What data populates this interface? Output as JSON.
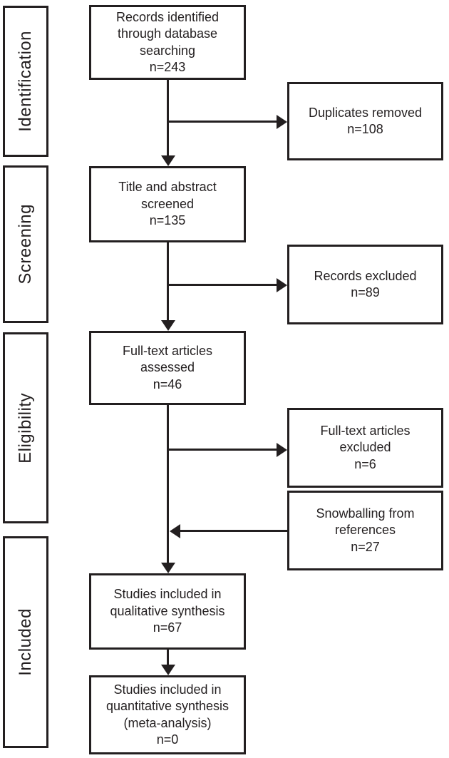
{
  "diagram": {
    "type": "flowchart",
    "name": "PRISMA study selection flow diagram",
    "stages": [
      {
        "label": "Identification"
      },
      {
        "label": "Screening"
      },
      {
        "label": "Eligibility"
      },
      {
        "label": "Included"
      }
    ],
    "main_boxes": [
      {
        "label": "Records identified\nthrough database\nsearching",
        "count": "n=243"
      },
      {
        "label": "Title and abstract\nscreened",
        "count": "n=135"
      },
      {
        "label": "Full-text articles\nassessed",
        "count": "n=46"
      },
      {
        "label": "Studies included in\nqualitative synthesis",
        "count": "n=67"
      },
      {
        "label": "Studies included in\nquantitative synthesis\n(meta-analysis)",
        "count": "n=0"
      }
    ],
    "side_boxes": [
      {
        "label": "Duplicates removed",
        "count": "n=108",
        "direction": "out-right"
      },
      {
        "label": "Records excluded",
        "count": "n=89",
        "direction": "out-right"
      },
      {
        "label": "Full-text articles\nexcluded",
        "count": "n=6",
        "direction": "out-right"
      },
      {
        "label": "Snowballing from\nreferences",
        "count": "n=27",
        "direction": "in-left"
      }
    ],
    "counts": {
      "identified": 243,
      "duplicates_removed": 108,
      "title_abstract_screened": 135,
      "records_excluded": 89,
      "fulltext_assessed": 46,
      "fulltext_excluded": 6,
      "snowballing_added": 27,
      "qualitative_included": 67,
      "quantitative_included": 0
    }
  },
  "colors": {
    "line": "#231f20",
    "background": "#ffffff"
  }
}
